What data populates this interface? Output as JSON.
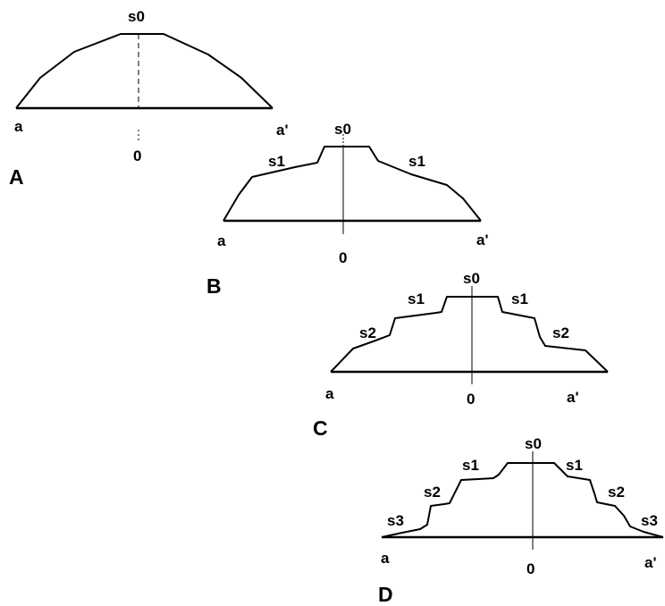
{
  "panels": [
    {
      "id": "A",
      "panel_label": "A",
      "end_left": "a",
      "end_right": "a'",
      "center": "0",
      "steps": [
        {
          "key": "s0",
          "left": "s0"
        }
      ]
    },
    {
      "id": "B",
      "panel_label": "B",
      "end_left": "a",
      "end_right": "a'",
      "center": "0",
      "steps": [
        {
          "key": "s0",
          "left": "s0"
        },
        {
          "key": "s1",
          "left": "s1",
          "right": "s1"
        }
      ]
    },
    {
      "id": "C",
      "panel_label": "C",
      "end_left": "a",
      "end_right": "a'",
      "center": "0",
      "steps": [
        {
          "key": "s0",
          "left": "s0"
        },
        {
          "key": "s1",
          "left": "s1",
          "right": "s1"
        },
        {
          "key": "s2",
          "left": "s2",
          "right": "s2"
        }
      ]
    },
    {
      "id": "D",
      "panel_label": "D",
      "end_left": "a",
      "end_right": "a'",
      "center": "0",
      "steps": [
        {
          "key": "s0",
          "left": "s0"
        },
        {
          "key": "s1",
          "left": "s1",
          "right": "s1"
        },
        {
          "key": "s2",
          "left": "s2",
          "right": "s2"
        },
        {
          "key": "s3",
          "left": "s3",
          "right": "s3"
        }
      ]
    }
  ]
}
